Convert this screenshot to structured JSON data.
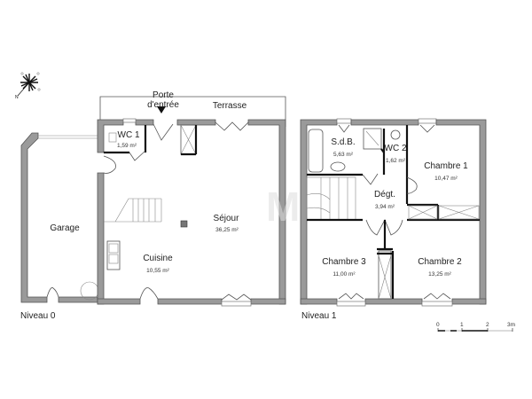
{
  "levels": {
    "ground": "Niveau 0",
    "upper": "Niveau 1"
  },
  "annotations": {
    "entrance_line1": "Porte",
    "entrance_line2": "d'entrée",
    "terrace": "Terrasse"
  },
  "rooms_level0": [
    {
      "name": "WC 1",
      "area": "1,59 m²"
    },
    {
      "name": "Séjour",
      "area": "36,25 m²"
    },
    {
      "name": "Cuisine",
      "area": "10,55 m²"
    },
    {
      "name": "Garage",
      "area": ""
    }
  ],
  "rooms_level1": [
    {
      "name": "S.d.B.",
      "area": "5,63 m²"
    },
    {
      "name": "WC 2",
      "area": "1,62 m²"
    },
    {
      "name": "Chambre 1",
      "area": "10,47 m²"
    },
    {
      "name": "Dégt.",
      "area": "3,94 m²"
    },
    {
      "name": "Chambre 3",
      "area": "11,00 m²"
    },
    {
      "name": "Chambre 2",
      "area": "13,25 m²"
    }
  ],
  "scale_bar": {
    "ticks": [
      "0",
      "1",
      "2",
      "3m"
    ]
  },
  "compass": {
    "icon": "compass-rose-icon",
    "north_label": "N"
  },
  "watermark": "M"
}
